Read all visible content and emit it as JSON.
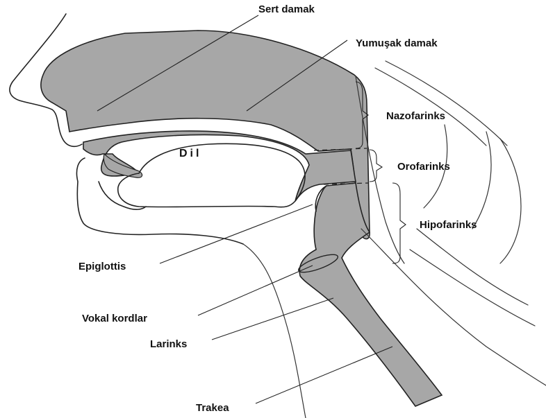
{
  "colors": {
    "cavity_fill": "#a7a7a7",
    "outline": "#222222",
    "background": "#ffffff"
  },
  "labels": {
    "sert_damak": "Sert damak",
    "yumusak_damak": "Yumuşak damak",
    "nazofarinks": "Nazofarinks",
    "orofarinks": "Orofarinks",
    "hipofarinks": "Hipofarinks",
    "dil": "Dil",
    "epiglottis": "Epiglottis",
    "vokal_kordlar": "Vokal kordlar",
    "larinks": "Larinks",
    "trakea": "Trakea"
  }
}
